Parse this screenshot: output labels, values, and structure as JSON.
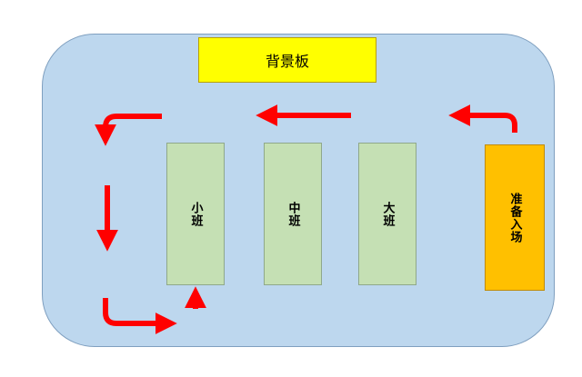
{
  "backdrop": {
    "label": "背景板"
  },
  "classes": [
    {
      "label": "小班"
    },
    {
      "label": "中班"
    },
    {
      "label": "大班"
    }
  ],
  "entry": {
    "label": "准备入场"
  },
  "colors": {
    "stage": "#bdd7ee",
    "backdrop": "#ffff00",
    "class_block": "#c5e0b4",
    "entry_block": "#ffc000",
    "arrow": "#ff0000"
  }
}
